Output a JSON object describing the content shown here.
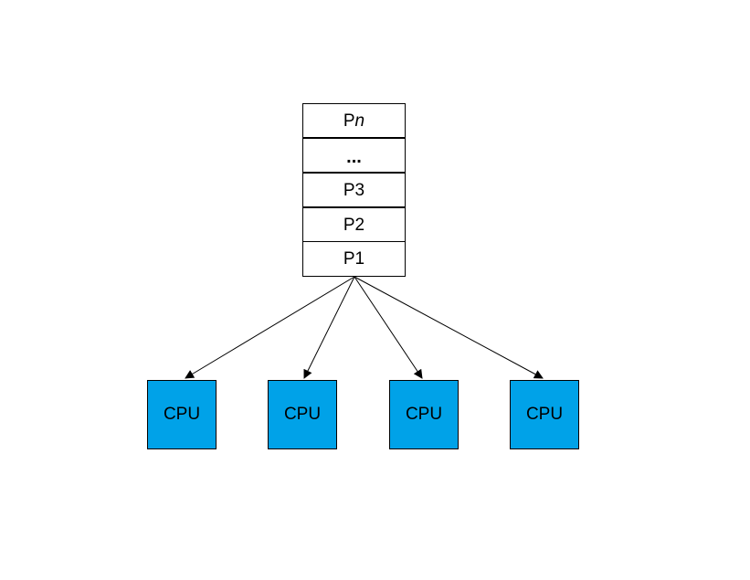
{
  "queue": {
    "pn_prefix": "P",
    "pn_suffix": "n",
    "ellipsis": "...",
    "p3": "P3",
    "p2": "P2",
    "p1": "P1"
  },
  "cpus": {
    "cpu1": "CPU",
    "cpu2": "CPU",
    "cpu3": "CPU",
    "cpu4": "CPU"
  },
  "colors": {
    "cpu_fill": "#00a2e8",
    "line": "#000000"
  }
}
